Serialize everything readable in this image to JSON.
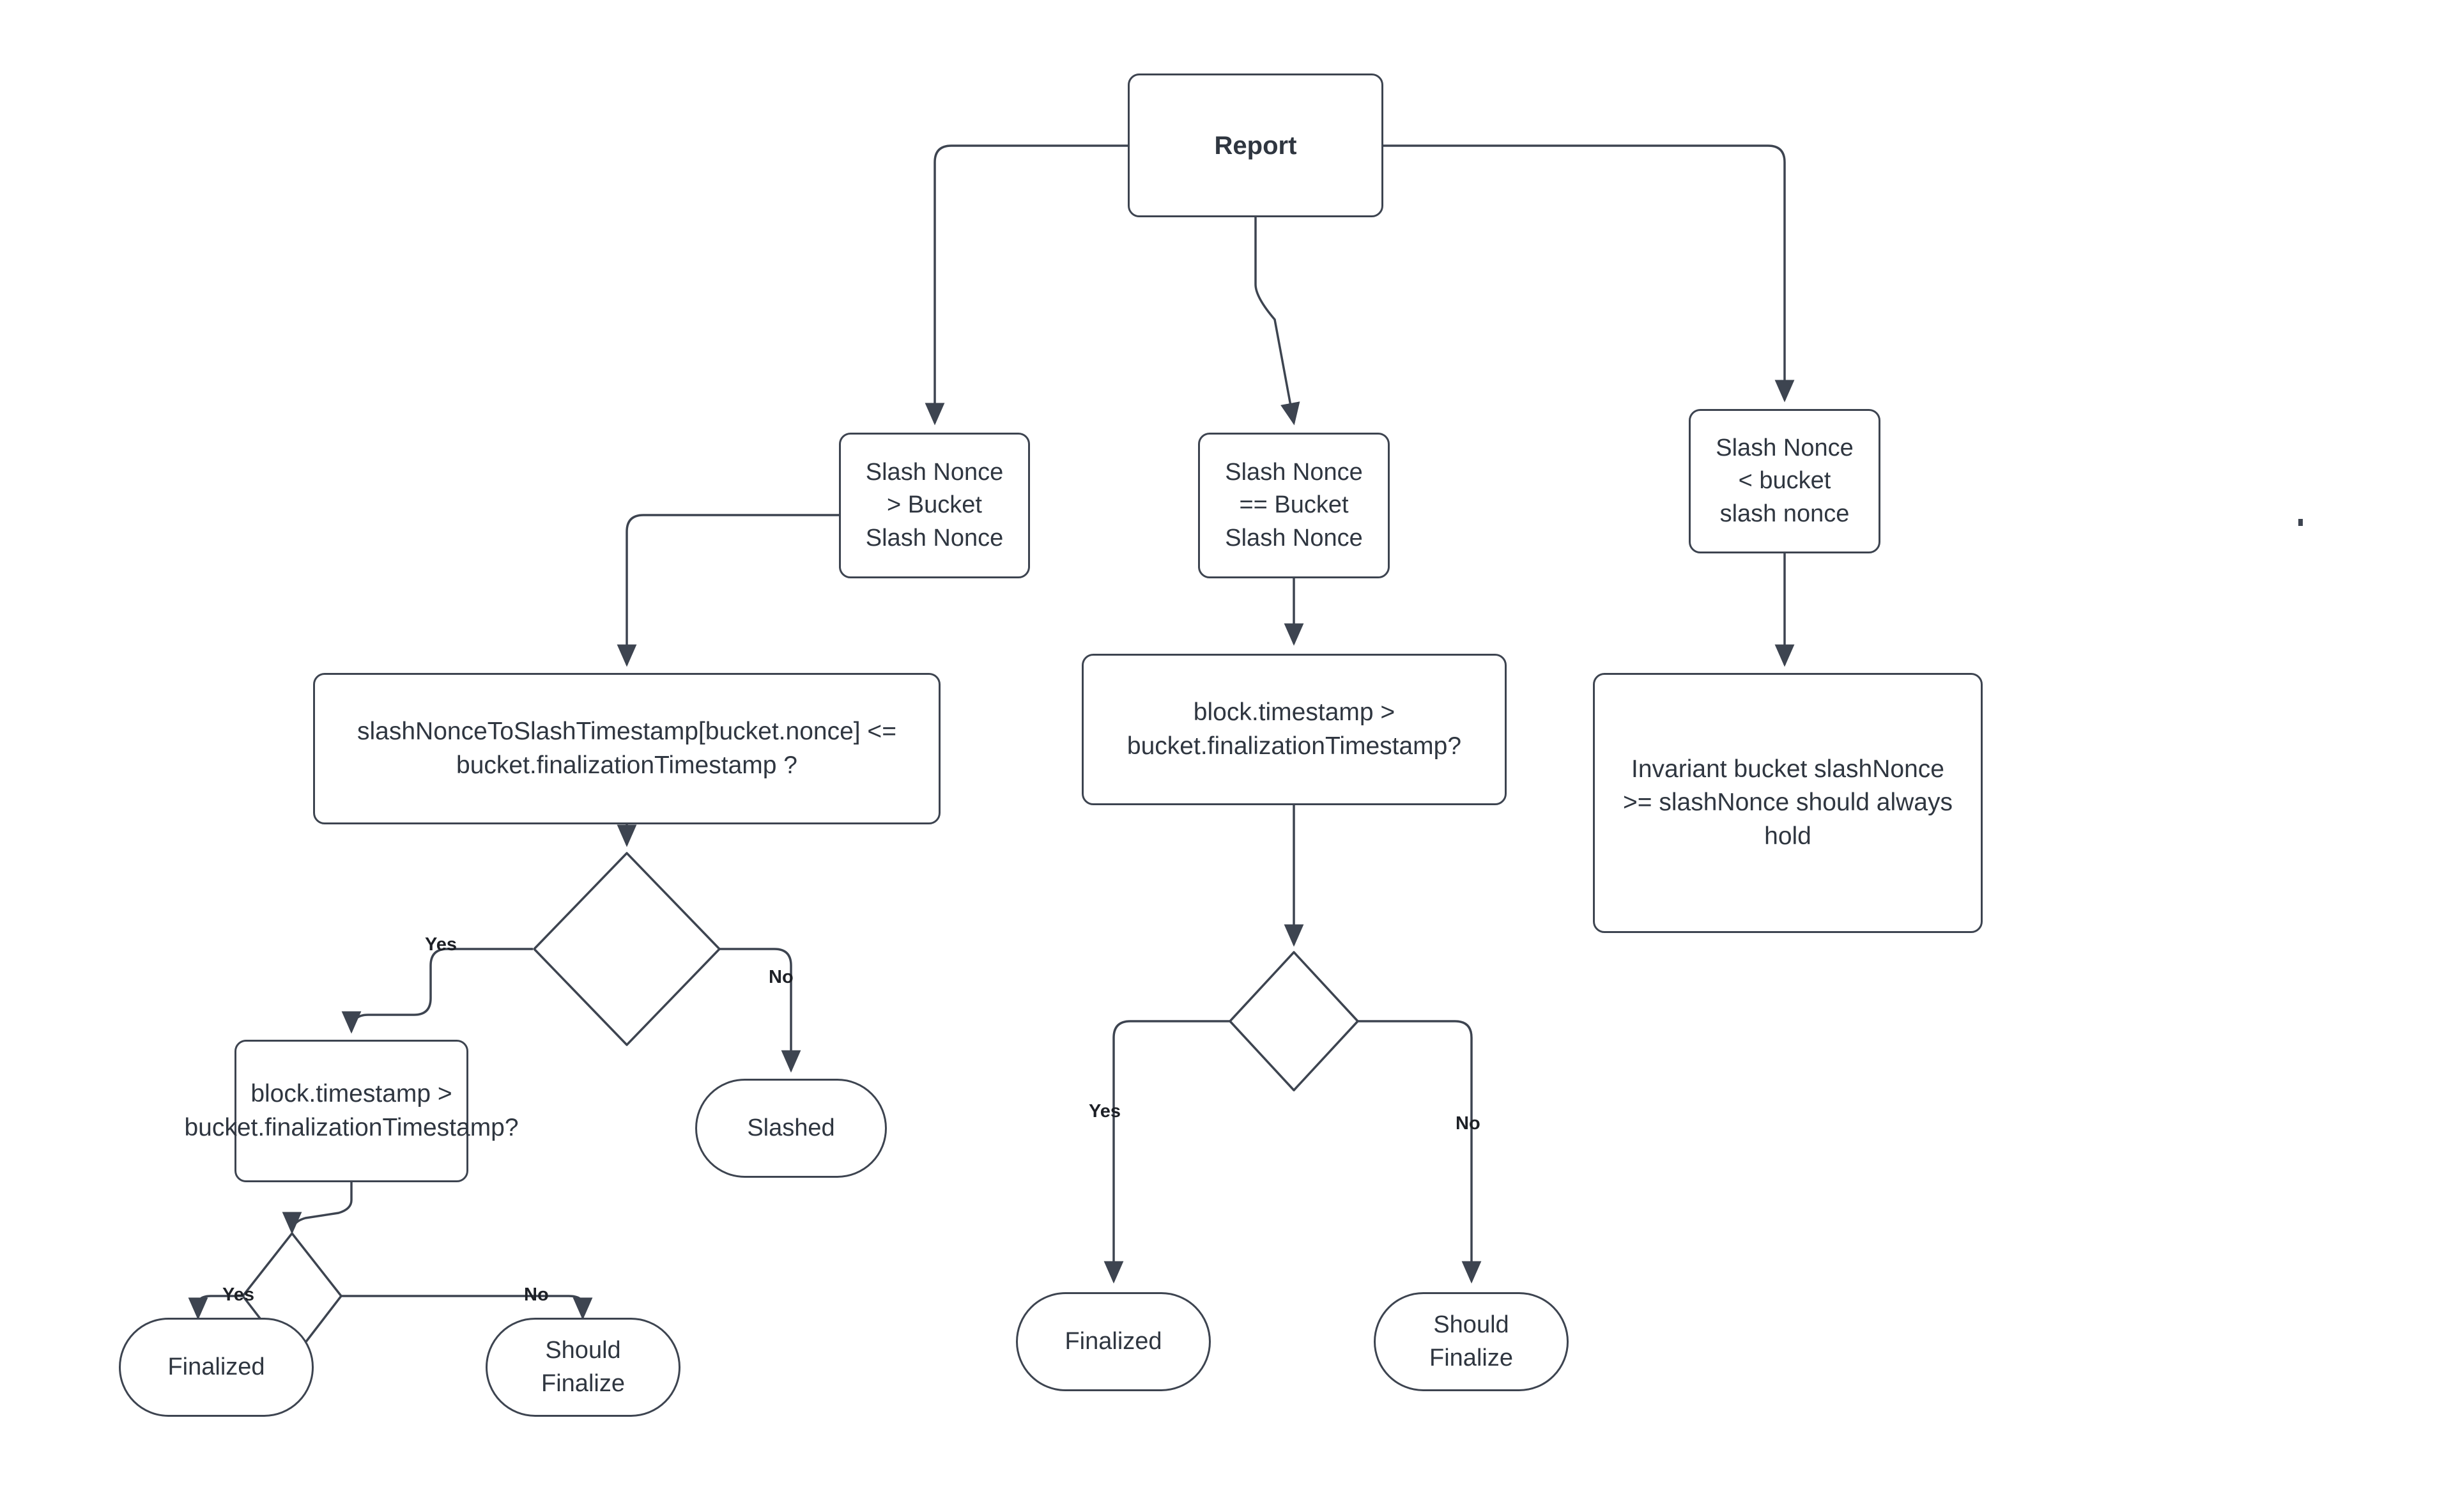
{
  "diagram": {
    "title_node": "Report",
    "nodes": {
      "report": "Report",
      "branch_gt": "Slash Nonce\n> Bucket\nSlash Nonce",
      "branch_eq": "Slash Nonce\n== Bucket\nSlash Nonce",
      "branch_lt": "Slash Nonce\n< bucket\nslash nonce",
      "cond_slash_ts": "slashNonceToSlashTimestamp[bucket.nonce] <=\nbucket.finalizationTimestamp ?",
      "cond_block_ts_mid": "block.timestamp >\nbucket.finalizationTimestamp?",
      "invariant": "Invariant bucket slashNonce\n>= slashNonce should always\nhold",
      "cond_block_ts_left": "block.timestamp >\nbucket.finalizationTimestamp?",
      "slashed": "Slashed",
      "finalized_left": "Finalized",
      "should_finalize_left": "Should\nFinalize",
      "finalized_mid": "Finalized",
      "should_finalize_mid": "Should\nFinalize"
    },
    "edge_labels": {
      "d1_yes": "Yes",
      "d1_no": "No",
      "d2_yes": "Yes",
      "d2_no": "No",
      "d3_yes": "Yes",
      "d3_no": "No"
    },
    "colors": {
      "stroke": "#3d4450",
      "text": "#2f3640",
      "label_text": "#1d2026",
      "background": "#ffffff"
    }
  }
}
